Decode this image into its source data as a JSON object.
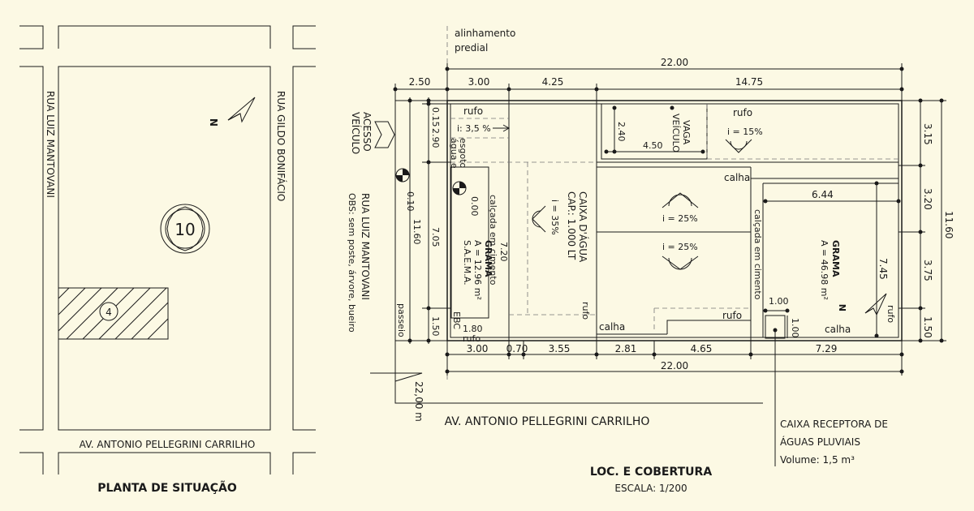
{
  "situacao": {
    "title": "PLANTA DE SITUAÇÃO",
    "rua_esquerda": "RUA LUIZ MANTOVANI",
    "rua_direita": "RUA GILDO BONIFÁCIO",
    "avenida": "AV. ANTONIO PELLEGRINI CARRILHO",
    "quadra": "10",
    "lote": "4",
    "norte": "N"
  },
  "cobertura": {
    "title": "LOC. E COBERTURA",
    "escala": "ESCALA: 1/200",
    "alinhamento_1": "alinhamento",
    "alinhamento_2": "predial",
    "rua": "RUA LUIZ MANTOVANI",
    "obs": "OBS: sem poste, árvore, bueiro",
    "avenida": "AV. ANTONIO PELLEGRINI CARRILHO",
    "testada": "22,00 m",
    "acesso_1": "ACESSO",
    "acesso_2": "VEÍCULO",
    "passeio": "passeio",
    "norte": "N",
    "dims_top": {
      "total": "22.00",
      "d1": "2.50",
      "d2": "3.00",
      "d3": "4.25",
      "d4": "14.75"
    },
    "dims_bottom": {
      "d1": "3.00",
      "d2": "0.70",
      "d3": "3.55",
      "d4": "2.81",
      "d5": "4.65",
      "d6": "7.29",
      "total": "22.00"
    },
    "dims_right": {
      "d1": "3.15",
      "d2": "3.20",
      "d3": "3.75",
      "d4": "1.50",
      "total": "11.60"
    },
    "dims_left": {
      "d1": "0.15",
      "d2": "2.90",
      "d3": "7.05",
      "d4": "1.50",
      "total": "11.60",
      "nivel_1": "-0.10",
      "nivel_2": "0.00"
    },
    "labels": {
      "rufo_1": "rufo",
      "rufo_2": "rufo",
      "rufo_3": "rufo",
      "rufo_4": "rufo",
      "rufo_5": "rufo",
      "rufo_6": "rufo",
      "incl_1": "i: 3,5 %",
      "incl_2": "i = 15%",
      "incl_3": "i = 25%",
      "incl_4": "i = 25%",
      "incl_5": "i = 35%",
      "agua_esgoto_1": "água e",
      "agua_esgoto_2": "esgoto",
      "calcada_1": "calçada em cimento",
      "calcada_2": "calçada em cimento",
      "calha_1": "calha",
      "calha_2": "calha",
      "vaga_1": "VAGA",
      "vaga_2": "VEÍCULO",
      "vaga_w": "4.50",
      "vaga_h": "2.40",
      "caixa_1": "CAIXA D'ÁGUA",
      "caixa_2": "CAP.: 1.000 LT",
      "grama1_1": "GRAMA",
      "grama1_2": "A = 12.96 m²",
      "grama1_3": "S.A.E.M.A.",
      "grama1_dim": "7.20",
      "grama2_1": "GRAMA",
      "grama2_2": "A = 46.98 m²",
      "grama2_w": "6.44",
      "grama2_h": "7.45",
      "ebc": "EBC",
      "ebc_dim": "1.80",
      "cx_w": "1.00",
      "cx_h": "1.00"
    },
    "caixa_pluvial": {
      "l1": "CAIXA RECEPTORA DE",
      "l2": "ÁGUAS PLUVIAIS",
      "l3": "Volume: 1,5 m³"
    }
  }
}
